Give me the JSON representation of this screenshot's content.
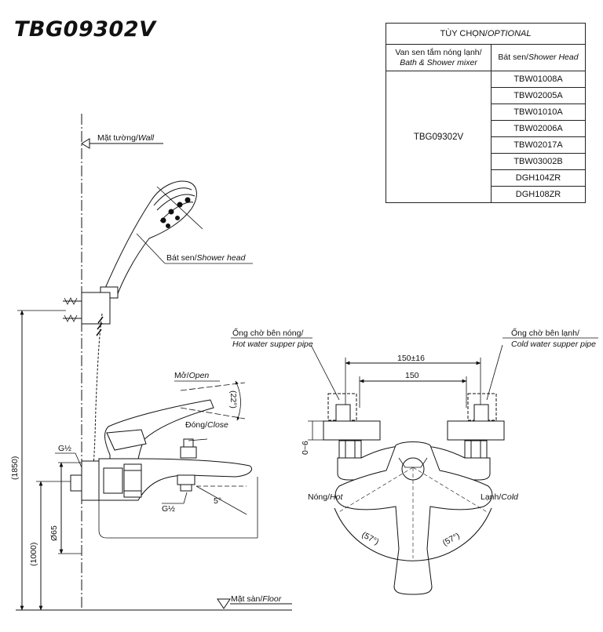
{
  "title": "TBG09302V",
  "option_table": {
    "header_vi": "TÙY CHỌN/",
    "header_en": "OPTIONAL",
    "col1_vi": "Van sen tắm nóng lạnh/",
    "col1_en": "Bath & Shower mixer",
    "col2_vi": "Bát sen/",
    "col2_en": "Shower Head",
    "mixer_model": "TBG09302V",
    "shower_heads": [
      "TBW01008A",
      "TBW02005A",
      "TBW01010A",
      "TBW02006A",
      "TBW02017A",
      "TBW03002B",
      "DGH104ZR",
      "DGH108ZR"
    ]
  },
  "labels": {
    "wall_vi": "Mặt tường/",
    "wall_en": "Wall",
    "shower_head_vi": "Bát sen/",
    "shower_head_en": "Shower head",
    "open_vi": "Mở/",
    "open_en": "Open",
    "close_vi": "Đóng/",
    "close_en": "Close",
    "floor_vi": "Mặt sàn/",
    "floor_en": "Floor",
    "hot_pipe_vi": "Ống chờ bên nóng/",
    "hot_pipe_en": "Hot water supper pipe",
    "cold_pipe_vi": "Ống chờ bên lạnh/",
    "cold_pipe_en": "Cold water supper pipe",
    "hot_vi": "Nóng/",
    "hot_en": "Hot",
    "cold_vi": "Lạnh/",
    "cold_en": "Cold"
  },
  "dimensions": {
    "height_total": "(1850)",
    "height_mixer": "(1000)",
    "diameter": "Ø65",
    "thread_top": "G½",
    "thread_spout": "G½",
    "open_angle": "(22°)",
    "spout_angle": "5°",
    "offset": "0~6",
    "spacing_tolerance": "150±16",
    "spacing": "150",
    "handle_angle_left": "(57°)",
    "handle_angle_right": "(57°)"
  }
}
